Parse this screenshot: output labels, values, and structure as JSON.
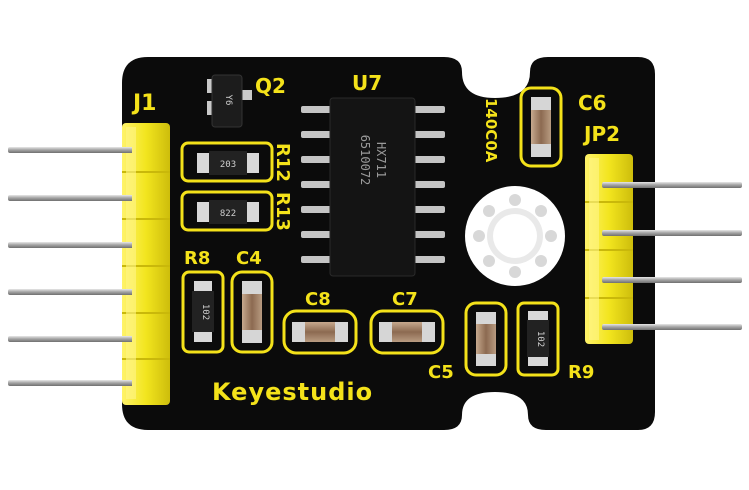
{
  "labels": {
    "j1": "J1",
    "q2": "Q2",
    "u7": "U7",
    "c6": "C6",
    "jp2": "JP2",
    "r12": "R12",
    "r13": "R13",
    "r8": "R8",
    "c4": "C4",
    "c8": "C8",
    "c7": "C7",
    "c5": "C5",
    "r9": "R9",
    "brand": "Keyestudio",
    "batch": "140C0A"
  },
  "chip": {
    "line1": "HX711",
    "line2": "6510072"
  },
  "parts": {
    "r12_code": "203",
    "r13_code": "822",
    "r8_code": "102",
    "r9_code": "102",
    "q2_code": "Y6"
  },
  "colors": {
    "board": "#0b0b0b",
    "silkscreen": "#f4e21a",
    "header": "#f2e51e",
    "pin": "#b9b9b9"
  }
}
